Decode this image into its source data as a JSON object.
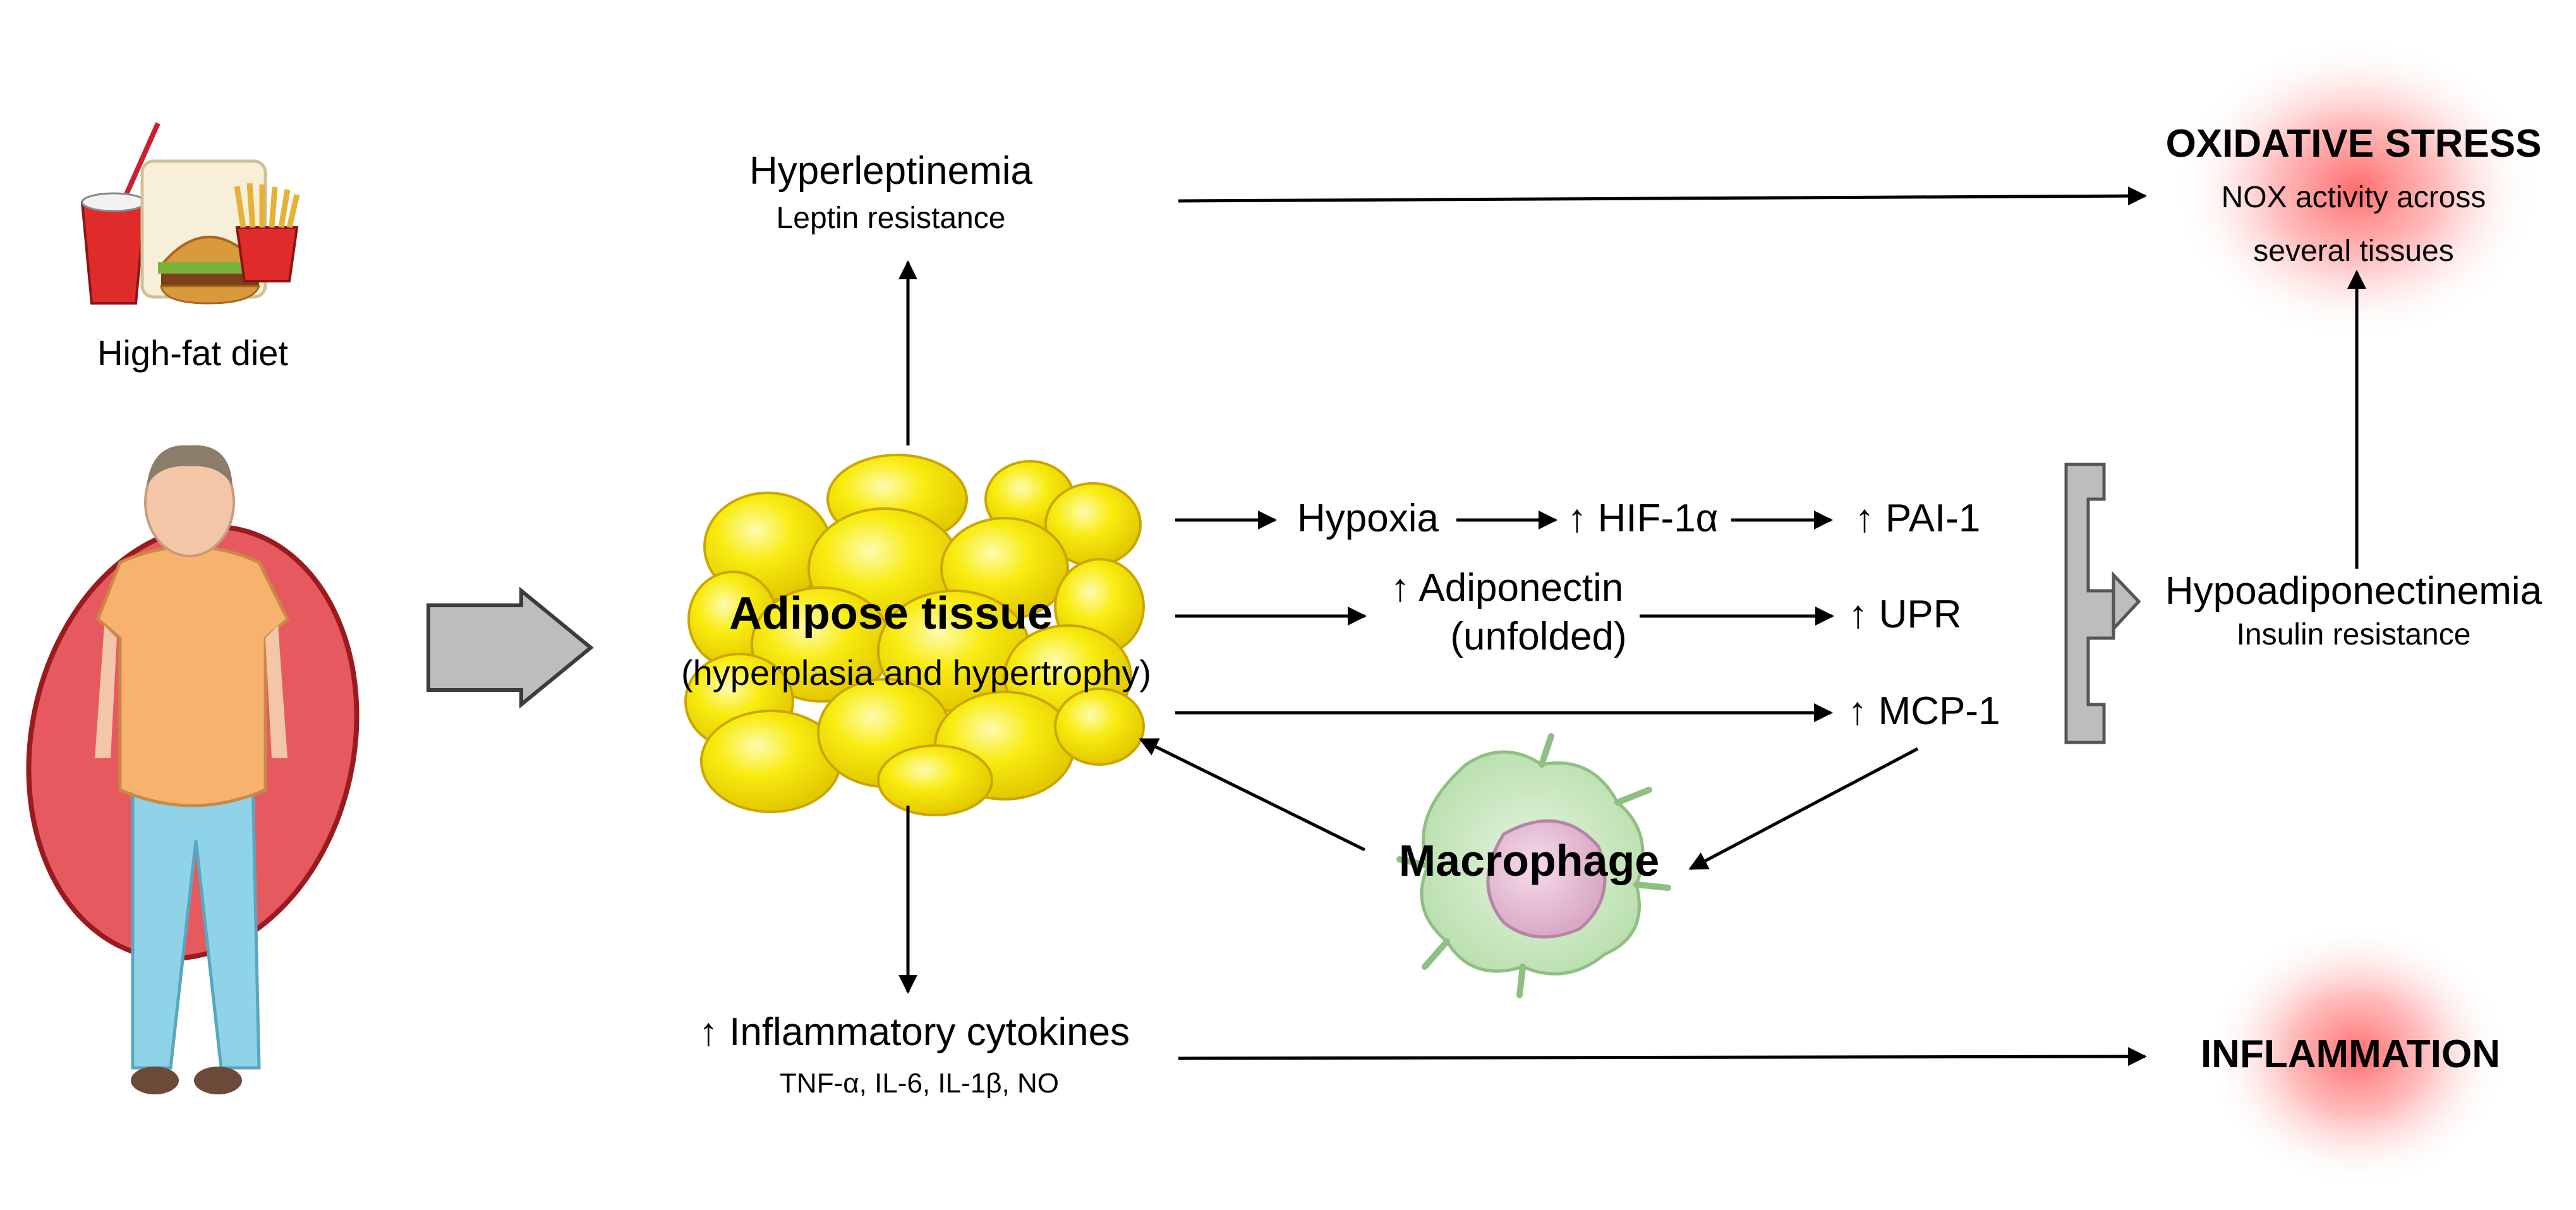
{
  "diet": {
    "label": "High-fat diet"
  },
  "adipose": {
    "title": "Adipose tissue",
    "subtitle": "(hyperplasia and hypertrophy)"
  },
  "hyperleptinemia": {
    "title": "Hyperleptinemia",
    "subtitle": "Leptin resistance"
  },
  "oxidative": {
    "title": "OXIDATIVE STRESS",
    "line1": "NOX activity across",
    "line2": "several tissues"
  },
  "pathways": {
    "hypoxia": "Hypoxia",
    "hif": "↑ HIF-1α",
    "pai": "↑ PAI-1",
    "adiponectin_1": "↑ Adiponectin",
    "adiponectin_2": "(unfolded)",
    "upr": "↑ UPR",
    "mcp": "↑ MCP-1"
  },
  "hypoadiponectinemia": {
    "title": "Hypoadiponectinemia",
    "subtitle": "Insulin resistance"
  },
  "macrophage": {
    "label": "Macrophage"
  },
  "cytokines": {
    "title": "↑ Inflammatory cytokines",
    "subtitle": "TNF-α, IL-6, IL-1β, NO"
  },
  "inflammation": {
    "label": "INFLAMMATION"
  },
  "colors": {
    "arrow": "#000000",
    "fat": "#f5e400",
    "fat_edge": "#d6c200",
    "glow": "#ff3b3b",
    "body_red": "#e0474c",
    "shirt": "#f7b26d",
    "jeans": "#8ed3e8",
    "bracket": "#bdbdbd"
  }
}
